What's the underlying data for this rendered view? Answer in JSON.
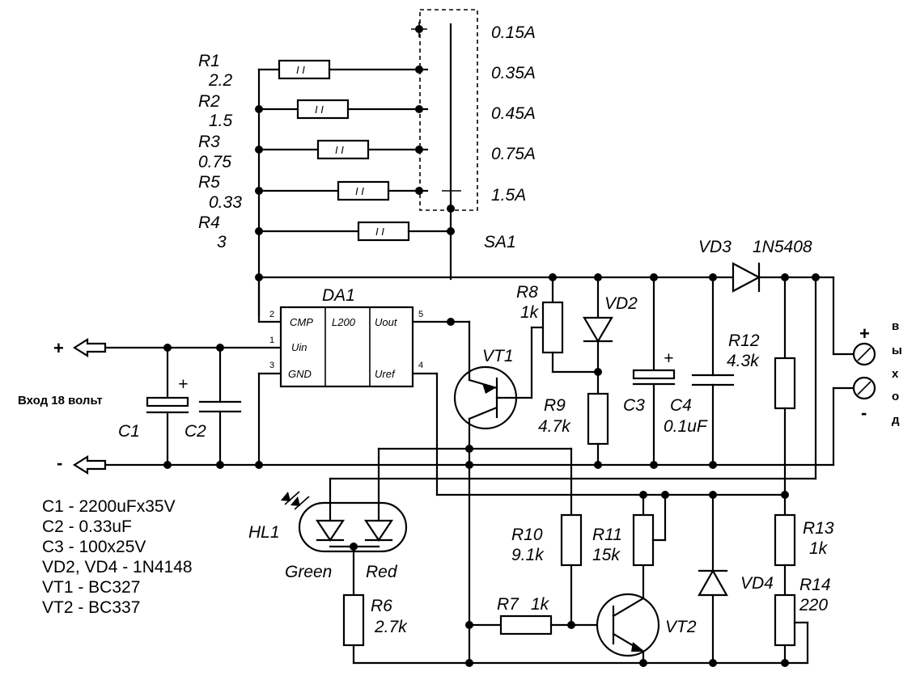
{
  "switch_positions": [
    "0.15A",
    "0.35A",
    "0.45A",
    "0.75A",
    "1.5A"
  ],
  "switch_label": "SA1",
  "resistors_bank": [
    {
      "ref": "R1",
      "value": "2.2"
    },
    {
      "ref": "R2",
      "value": "1.5"
    },
    {
      "ref": "R3",
      "value": "0.75"
    },
    {
      "ref": "R5",
      "value": "0.33"
    },
    {
      "ref": "R4",
      "value": "3"
    }
  ],
  "resistor_mark": "I I",
  "regulator": {
    "ref": "DA1",
    "type": "L200",
    "pins": {
      "cmp": "CMP",
      "uin": "Uin",
      "gnd": "GND",
      "uout": "Uout",
      "uref": "Uref"
    },
    "pin_numbers": {
      "cmp": "2",
      "uin": "1",
      "gnd": "3",
      "uout": "5",
      "uref": "4"
    }
  },
  "input": {
    "label": "Вход 18 вольт",
    "plus": "+",
    "minus": "-"
  },
  "output": {
    "letters": [
      "в",
      "ы",
      "х",
      "о",
      "д"
    ],
    "plus": "+",
    "minus": "-"
  },
  "components": {
    "c1": "C1",
    "c2": "C2",
    "c3": "C3",
    "c4": "C4",
    "c4_value": "0.1uF",
    "cap_plus": "+",
    "r8": "R8",
    "r8_value": "1k",
    "vd2": "VD2",
    "vt1": "VT1",
    "r9": "R9",
    "r9_value": "4.7k",
    "vd3": "VD3",
    "vd3_value": "1N5408",
    "r12": "R12",
    "r12_value": "4.3k",
    "hl1": "HL1",
    "hl1_green": "Green",
    "hl1_red": "Red",
    "r6": "R6",
    "r6_value": "2.7k",
    "r10": "R10",
    "r10_value": "9.1k",
    "r11": "R11",
    "r11_value": "15k",
    "r7": "R7",
    "r7_value": "1k",
    "vt2": "VT2",
    "vd4": "VD4",
    "r13": "R13",
    "r13_value": "1k",
    "r14": "R14",
    "r14_value": "220"
  },
  "bom": [
    "C1 - 2200uFx35V",
    "C2 - 0.33uF",
    "C3 - 100x25V",
    "VD2, VD4 - 1N4148",
    "VT1 - BC327",
    "VT2 - BC337"
  ]
}
